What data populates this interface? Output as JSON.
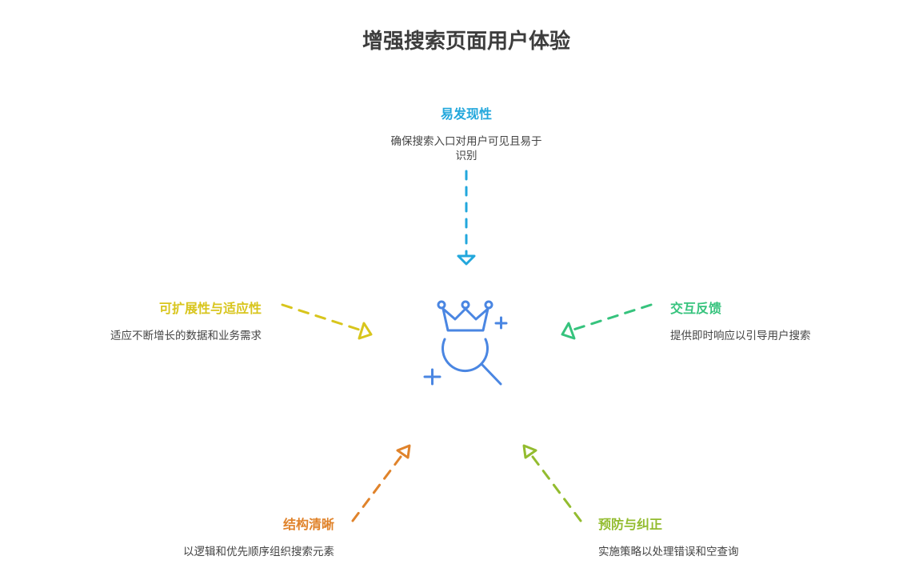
{
  "title": "增强搜索页面用户体验",
  "colors": {
    "top": "#22a7dc",
    "left": "#d8c51c",
    "right": "#36c37d",
    "bottom_left": "#e0832b",
    "bottom_right": "#93bc2f",
    "center_icon": "#4a86e2"
  },
  "center_icon": "crown-search-icon",
  "nodes": {
    "top": {
      "title": "易发现性",
      "desc_line1": "确保搜索入口对用户可见且易于",
      "desc_line2": "识别"
    },
    "left": {
      "title": "可扩展性与适应性",
      "desc": "适应不断增长的数据和业务需求"
    },
    "right": {
      "title": "交互反馈",
      "desc": "提供即时响应以引导用户搜索"
    },
    "bottom_left": {
      "title": "结构清晰",
      "desc": "以逻辑和优先顺序组织搜索元素"
    },
    "bottom_right": {
      "title": "预防与纠正",
      "desc": "实施策略以处理错误和空查询"
    }
  }
}
